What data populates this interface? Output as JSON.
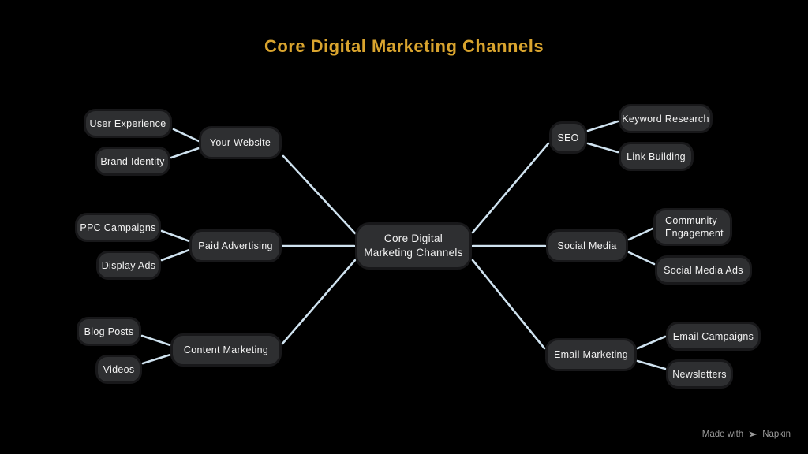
{
  "title": "Core Digital Marketing Channels",
  "diagram": {
    "center": {
      "label": "Core Digital Marketing Channels"
    },
    "branches": [
      {
        "label": "Your Website",
        "children": [
          {
            "label": "User Experience"
          },
          {
            "label": "Brand Identity"
          }
        ]
      },
      {
        "label": "Paid Advertising",
        "children": [
          {
            "label": "PPC Campaigns"
          },
          {
            "label": "Display Ads"
          }
        ]
      },
      {
        "label": "Content Marketing",
        "children": [
          {
            "label": "Blog Posts"
          },
          {
            "label": "Videos"
          }
        ]
      },
      {
        "label": "SEO",
        "children": [
          {
            "label": "Keyword Research"
          },
          {
            "label": "Link Building"
          }
        ]
      },
      {
        "label": "Social Media",
        "children": [
          {
            "label": "Community Engagement"
          },
          {
            "label": "Social Media Ads"
          }
        ]
      },
      {
        "label": "Email Marketing",
        "children": [
          {
            "label": "Email Campaigns"
          },
          {
            "label": "Newsletters"
          }
        ]
      }
    ]
  },
  "footer": {
    "made_with": "Made with",
    "brand": "Napkin",
    "icon": "napkin-logo-icon"
  },
  "colors": {
    "background": "#000000",
    "title": "#d9a42e",
    "node_fill": "#2e2f31",
    "node_border": "#18181a",
    "node_text": "#f3f3f3",
    "edge": "#cfe2ef",
    "footer_text": "#9a9a9a"
  }
}
